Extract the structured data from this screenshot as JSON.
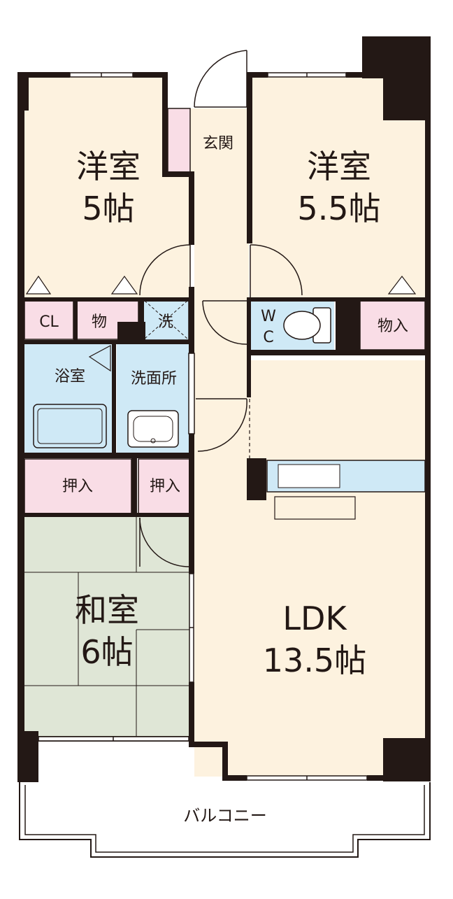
{
  "rooms": {
    "western_left": {
      "name": "洋室",
      "size": "5帖"
    },
    "western_right": {
      "name": "洋室",
      "size": "5.5帖"
    },
    "japanese": {
      "name": "和室",
      "size": "6帖"
    },
    "ldk": {
      "name": "LDK",
      "size": "13.5帖"
    }
  },
  "labels": {
    "entrance": "玄関",
    "closet": "CL",
    "storage": "物",
    "washer": "洗",
    "bath": "浴室",
    "washroom": "洗面所",
    "wc_w": "W",
    "wc_c": "C",
    "storage_right": "物入",
    "oshiire_left": "押入",
    "oshiire_right": "押入",
    "balcony": "バルコニー"
  },
  "colors": {
    "wall": "#231815",
    "western_floor": "#fdf2df",
    "japanese_floor": "#dfe6d6",
    "storage_pink": "#f9dde6",
    "wet_blue": "#cfe9f6",
    "balcony_fill": "#ffffff"
  }
}
